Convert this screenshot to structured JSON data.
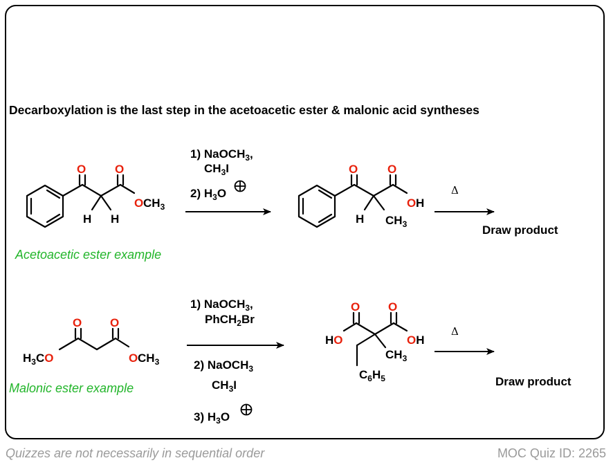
{
  "title": "Decarboxylation is the last step in the acetoacetic ester & malonic acid syntheses",
  "reaction1": {
    "label": "Acetoacetic ester example",
    "reagents": {
      "step1": "1) NaOCH",
      "step1_sub": "3",
      "step1_tail": ",",
      "step1b": "CH",
      "step1b_sub": "3",
      "step1b_tail": "I",
      "step2": "2) H",
      "step2_sub": "3",
      "step2_tail": "O"
    },
    "sm_atoms": {
      "o1": "O",
      "o2": "O",
      "ester_o": "O",
      "methyl": "CH",
      "methyl_sub": "3",
      "h1": "H",
      "h2": "H"
    },
    "int_atoms": {
      "o1": "O",
      "o2": "O",
      "oh_o": "O",
      "oh_h": "H",
      "h": "H",
      "methyl": "CH",
      "methyl_sub": "3"
    },
    "delta": "Δ",
    "product": "Draw product"
  },
  "reaction2": {
    "label": "Malonic ester example",
    "reagents": {
      "step1": "1) NaOCH",
      "step1_sub": "3",
      "step1_tail": ",",
      "step1b": "PhCH",
      "step1b_sub": "2",
      "step1b_tail": "Br",
      "step2": "2) NaOCH",
      "step2_sub": "3",
      "step2b": "CH",
      "step2b_sub": "3",
      "step2b_tail": "I",
      "step3": "3) H",
      "step3_sub": "3",
      "step3_tail": "O"
    },
    "sm_atoms": {
      "o1": "O",
      "o2": "O",
      "left_h": "H",
      "left_h_sub": "3",
      "left_c": "C",
      "left_o": "O",
      "right_o": "O",
      "right_me": "CH",
      "right_me_sub": "3"
    },
    "int_atoms": {
      "o1": "O",
      "o2": "O",
      "ho_h": "H",
      "ho_o": "O",
      "oh_o": "O",
      "oh_h": "H",
      "methyl": "CH",
      "methyl_sub": "3",
      "benzyl": "C",
      "benzyl_sub1": "6",
      "benzyl_h": "H",
      "benzyl_sub2": "5"
    },
    "delta": "Δ",
    "product": "Draw product"
  },
  "footer": {
    "left": "Quizzes are not necessarily in sequential order",
    "right": "MOC Quiz ID: 2265"
  }
}
